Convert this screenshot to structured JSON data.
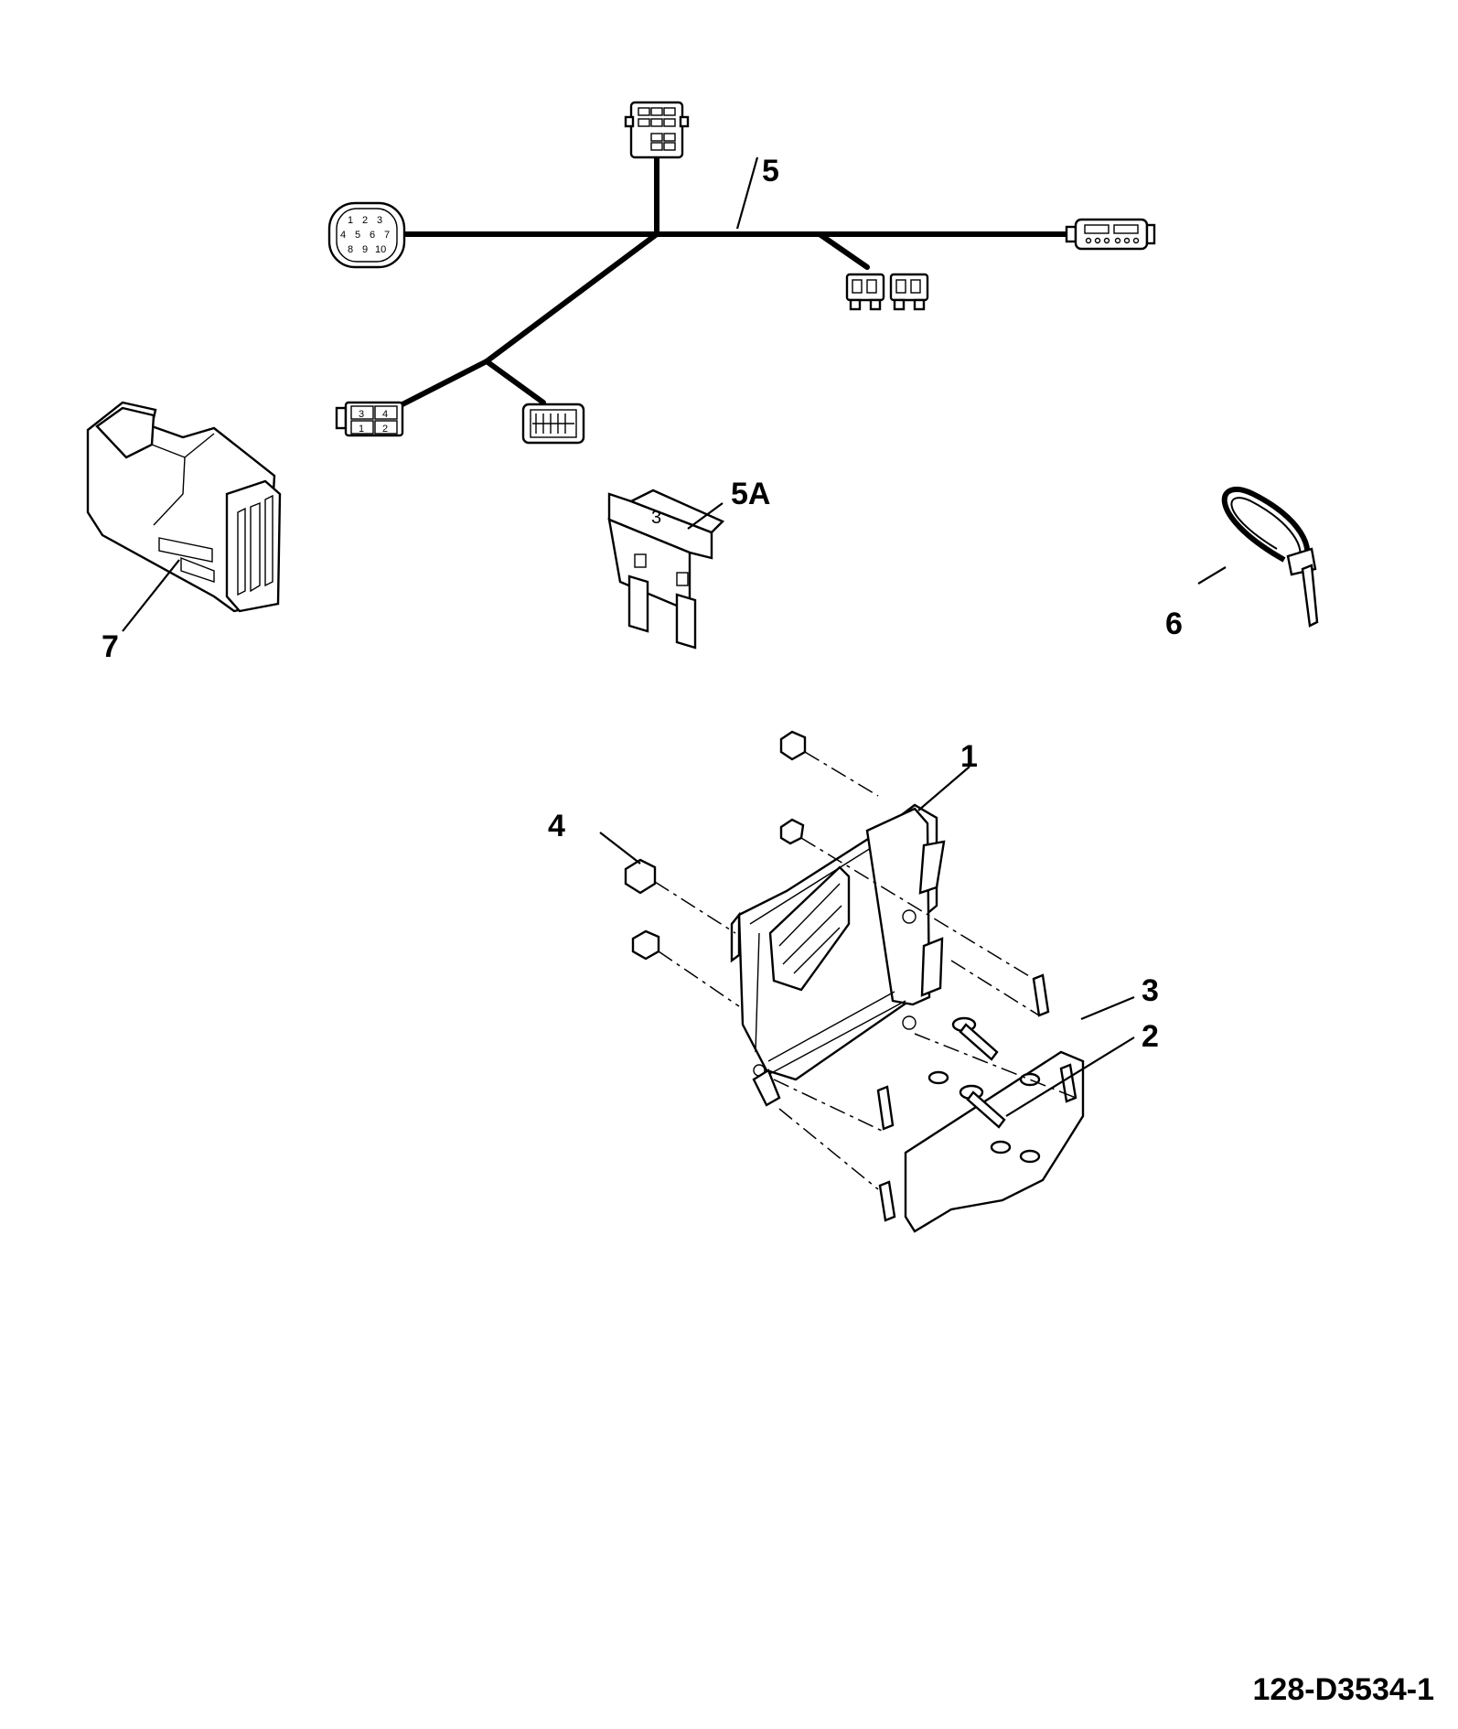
{
  "drawing_number": "128-D3534-1",
  "callouts": [
    {
      "id": "item-1",
      "label": "1"
    },
    {
      "id": "item-2",
      "label": "2"
    },
    {
      "id": "item-3",
      "label": "3"
    },
    {
      "id": "item-4",
      "label": "4"
    },
    {
      "id": "item-5",
      "label": "5"
    },
    {
      "id": "item-5a",
      "label": "5A"
    },
    {
      "id": "item-6",
      "label": "6"
    },
    {
      "id": "item-7",
      "label": "7"
    }
  ],
  "connector_pins": {
    "round_connector": [
      "1",
      "2",
      "3",
      "4",
      "5",
      "6",
      "7",
      "8",
      "9",
      "10"
    ],
    "four_way": [
      "3",
      "4",
      "1",
      "2"
    ]
  },
  "fuse_rating": "3"
}
